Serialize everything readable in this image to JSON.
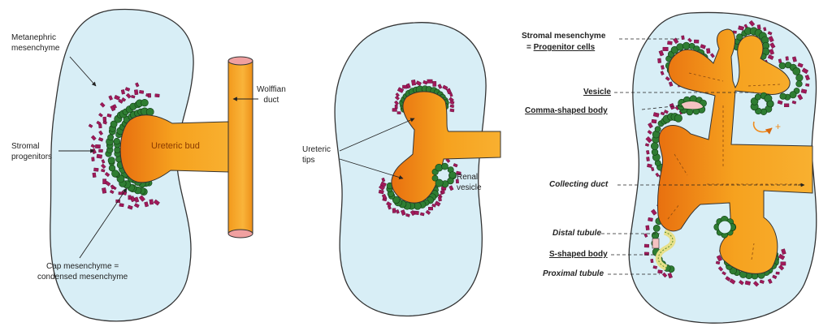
{
  "colors": {
    "mesenchyme_fill": "#d8eef6",
    "outline": "#333333",
    "bud_orange": "#f6a21f",
    "bud_dark": "#e67e14",
    "cap_green": "#2e7d32",
    "stromal_magenta": "#a0195a",
    "duct_end_pink": "#f0a0a0",
    "vesicle_pink": "#f4c2c2",
    "tubule_yellow": "#e8e08a",
    "arrow_orange": "#f08c1e"
  },
  "panel1": {
    "metanephric_mesenchyme": [
      "Metanephric",
      "mesenchyme"
    ],
    "wolffian_duct": [
      "Wolffian",
      "duct"
    ],
    "stromal_progenitors": [
      "Stromal",
      "progenitors"
    ],
    "ureteric_bud": "Ureteric bud",
    "cap_mesenchyme": [
      "Cap mesenchyme =",
      "condensed mesenchyme"
    ]
  },
  "panel2": {
    "ureteric_tips": [
      "Ureteric",
      "tips"
    ],
    "renal_vesicle": [
      "Renal",
      "vesicle"
    ]
  },
  "panel3": {
    "stromal_mesenchyme": "Stromal mesenchyme",
    "progenitor_prefix": "= ",
    "progenitor_cells": "Progenitor cells",
    "vesicle": "Vesicle",
    "comma_shaped_body": "Comma-shaped body",
    "plus_sign": "+",
    "collecting_duct": "Collecting duct",
    "distal_tubule": "Distal tubule",
    "s_shaped_body": "S-shaped body",
    "proximal_tubule": "Proximal tubule"
  }
}
